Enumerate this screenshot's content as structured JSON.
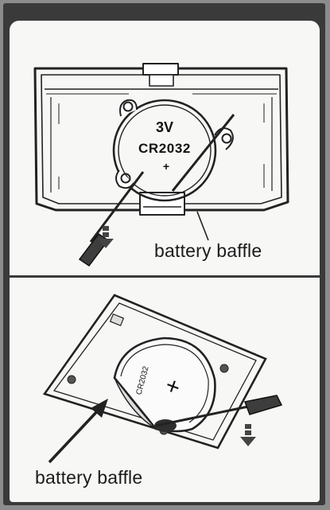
{
  "top_panel": {
    "battery_voltage": "3V",
    "battery_model": "CR2032",
    "battery_polarity": "+",
    "callout_label": "battery baffle",
    "arrow_icon": "down-arrow-icon"
  },
  "bottom_panel": {
    "battery_model": "CR2032",
    "battery_polarity": "+",
    "callout_label": "battery baffle",
    "arrow_icon": "down-arrow-icon"
  }
}
